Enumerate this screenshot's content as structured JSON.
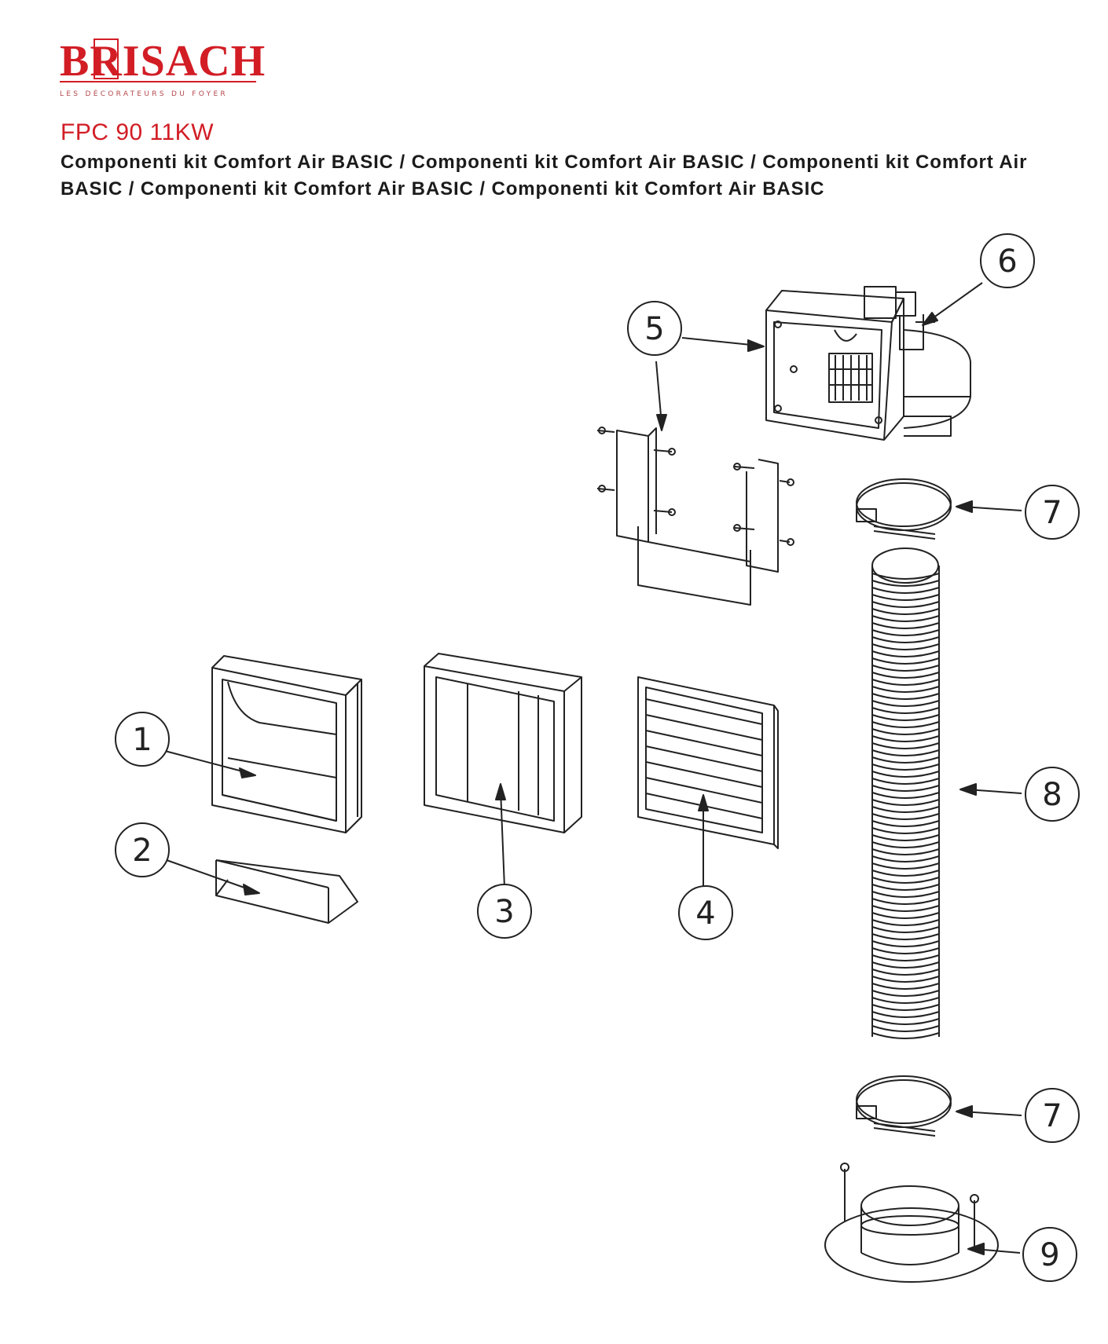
{
  "brand": {
    "name": "BRISACH",
    "tagline": "LES DÉCORATEURS DU FOYER",
    "color": "#d21d25"
  },
  "header": {
    "model": "FPC 90 11KW",
    "subtitle": "Componenti kit Comfort Air BASIC / Componenti kit Comfort Air BASIC / Componenti kit Comfort Air BASIC / Componenti kit Comfort Air BASIC / Componenti kit Comfort Air BASIC"
  },
  "callouts": [
    {
      "id": "c1",
      "label": "1"
    },
    {
      "id": "c2",
      "label": "2"
    },
    {
      "id": "c3",
      "label": "3"
    },
    {
      "id": "c4",
      "label": "4"
    },
    {
      "id": "c5",
      "label": "5"
    },
    {
      "id": "c6",
      "label": "6"
    },
    {
      "id": "c7a",
      "label": "7"
    },
    {
      "id": "c7b",
      "label": "7"
    },
    {
      "id": "c8",
      "label": "8"
    },
    {
      "id": "c9",
      "label": "9"
    }
  ]
}
